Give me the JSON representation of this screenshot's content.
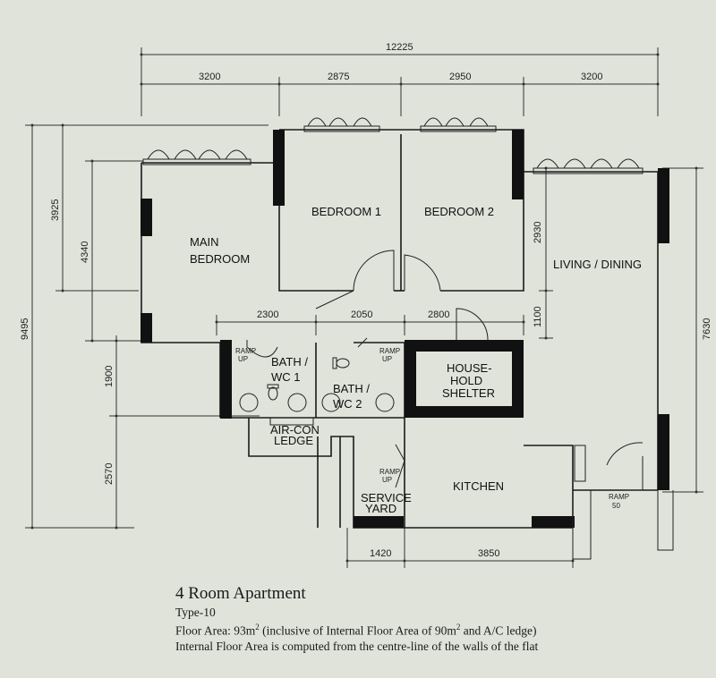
{
  "dimensions": {
    "overall_width": "12225",
    "top": [
      "3200",
      "2875",
      "2950",
      "3200"
    ],
    "left_overall": "9495",
    "left_upper": "3925",
    "left_inner": "4340",
    "left_lower_1": "1900",
    "left_lower_2": "2570",
    "right_overall": "7630",
    "internal": [
      "2300",
      "2050",
      "2800"
    ],
    "living_height": "2930",
    "living_lower": "1100",
    "bottom": [
      "1420",
      "3850"
    ]
  },
  "rooms": {
    "bedroom1": "BEDROOM 1",
    "bedroom2": "BEDROOM 2",
    "main_bedroom_1": "MAIN",
    "main_bedroom_2": "BEDROOM",
    "living": "LIVING / DINING",
    "bath1_1": "BATH /",
    "bath1_2": "WC 1",
    "bath2_1": "BATH /",
    "bath2_2": "WC 2",
    "shelter_1": "HOUSE-",
    "shelter_2": "HOLD",
    "shelter_3": "SHELTER",
    "aircon_1": "AIR-CON",
    "aircon_2": "LEDGE",
    "kitchen": "KITCHEN",
    "service_1": "SERVICE",
    "service_2": "YARD"
  },
  "ramps": {
    "ramp": "RAMP",
    "up": "UP",
    "ramp_50": "50"
  },
  "caption": {
    "title": "4 Room Apartment",
    "type": "Type-10",
    "area_prefix": "Floor Area: 93m",
    "area_sup": "2",
    "area_mid": " (inclusive of Internal Floor Area of 90m",
    "area_sup2": "2",
    "area_suffix": " and A/C ledge)",
    "note": "Internal Floor Area is computed from the centre-line of the walls of the flat"
  }
}
